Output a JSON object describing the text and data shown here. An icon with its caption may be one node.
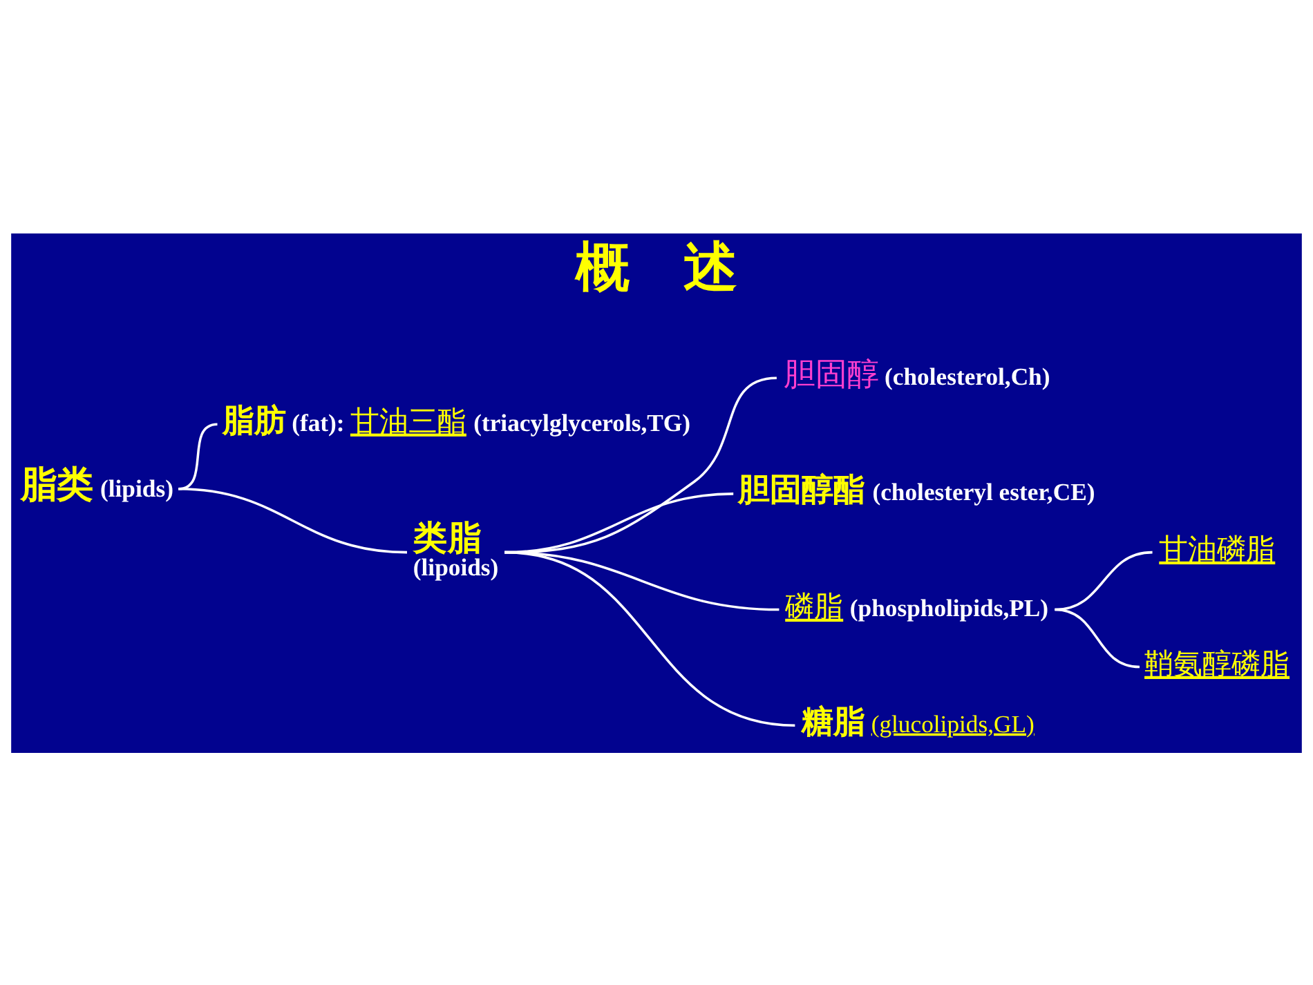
{
  "diagram": {
    "title": "概　述",
    "nodes": [
      {
        "text": [
          "脂类",
          "(lipids)"
        ]
      },
      {
        "text": [
          "脂肪",
          "(fat):",
          "甘油三酯",
          "(triacylglycerols,TG)"
        ]
      },
      {
        "text": [
          "类脂",
          "(lipoids)"
        ]
      },
      {
        "text": [
          "胆固醇",
          "(cholesterol,Ch)"
        ]
      },
      {
        "text": [
          "胆固醇酯",
          "(cholesteryl ester,CE)"
        ]
      },
      {
        "text": [
          "磷脂",
          "(phospholipids,PL)"
        ]
      },
      {
        "text": [
          "甘油磷脂"
        ]
      },
      {
        "text": [
          "鞘氨醇磷脂"
        ]
      },
      {
        "text": [
          "糖脂",
          "(glucolipids,GL)"
        ]
      }
    ],
    "edges": [
      {
        "from": 0,
        "to": 1,
        "arrow": "none"
      },
      {
        "from": 0,
        "to": 2,
        "arrow": "none"
      },
      {
        "from": 2,
        "to": 3,
        "arrow": "none"
      },
      {
        "from": 2,
        "to": 4,
        "arrow": "none"
      },
      {
        "from": 2,
        "to": 5,
        "arrow": "none"
      },
      {
        "from": 2,
        "to": 8,
        "arrow": "none"
      },
      {
        "from": 5,
        "to": 6,
        "arrow": "none"
      },
      {
        "from": 5,
        "to": 7,
        "arrow": "none"
      }
    ]
  }
}
